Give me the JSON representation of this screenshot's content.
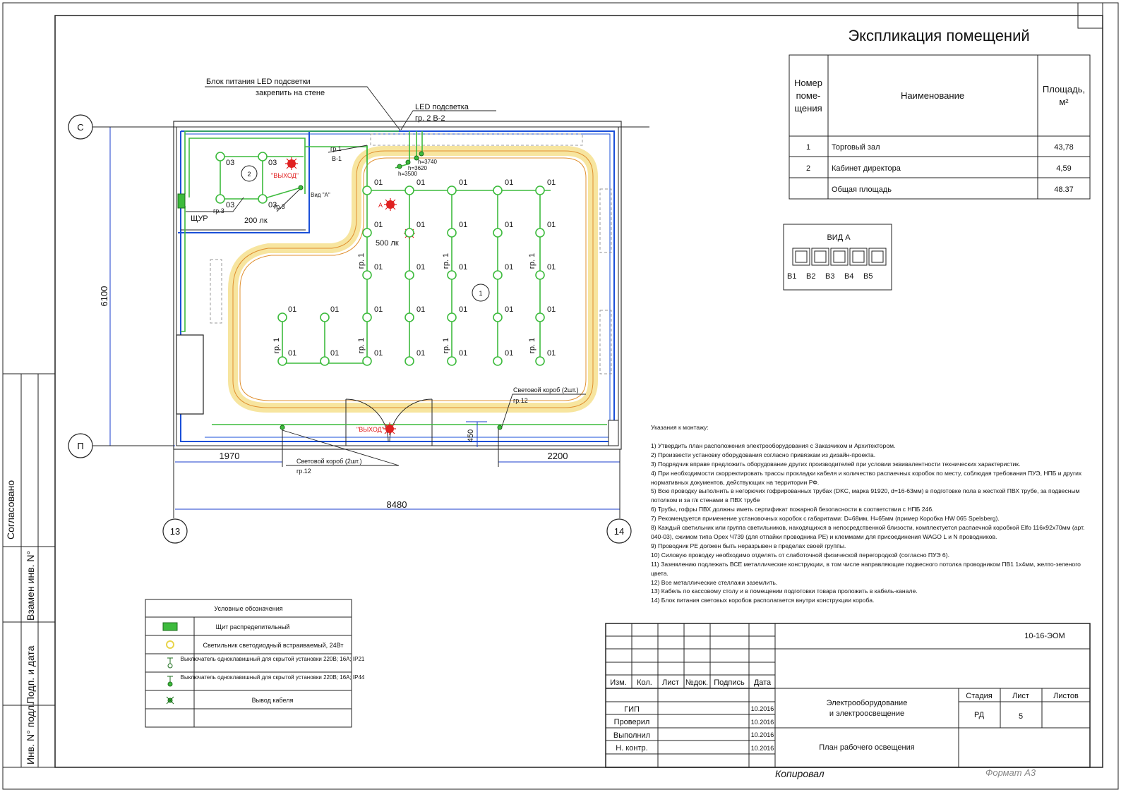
{
  "explication": {
    "title": "Экспликация помещений",
    "col_num": [
      "Номер",
      "поме-",
      "щения"
    ],
    "col_name": "Наименование",
    "col_area": "Площадь,",
    "col_area_unit": "м²",
    "rows": [
      {
        "num": "1",
        "name": "Торговый зал",
        "area": "43,78"
      },
      {
        "num": "2",
        "name": "Кабинет директора",
        "area": "4,59"
      },
      {
        "num": "",
        "name": "Общая площадь",
        "area": "48.37"
      }
    ]
  },
  "view_a": {
    "title": "ВИД А",
    "slots": [
      "В1",
      "В2",
      "В3",
      "В4",
      "В5"
    ]
  },
  "plan": {
    "axis_c": "С",
    "axis_p": "П",
    "axis_13": "13",
    "axis_14": "14",
    "dim_height": "6100",
    "dim_left": "1970",
    "dim_right": "2200",
    "dim_total": "8480",
    "dim_450": "450",
    "label_power_block_1": "Блок питания LED подсветки",
    "label_power_block_2": "закрепить на стене",
    "label_led": "LED подсветка",
    "label_led_group": "гр. 2 В-2",
    "label_gr1_b1_a": "гр.1",
    "label_gr1_b1_b": "В-1",
    "h3740": "h=3740",
    "h3620": "h=3620",
    "h3500": "h=3500",
    "room1": "1",
    "room2": "2",
    "exit": "\"ВЫХОД\"",
    "exit_bottom": "\"ВЫХОД\"",
    "lux200": "200 лк",
    "lux500": "500 лк",
    "shchur": "ЩУР",
    "view_a_label": "Вид \"А\"",
    "mark_a": "А",
    "gr3a": "гр.3",
    "gr3b": "гр.3",
    "lamp01": "01",
    "lamp03": "03",
    "gr1": "гр. 1",
    "light_box_1": "Световой короб (2шт.)",
    "light_box_1_gr": "гр.12",
    "light_box_2": "Световой короб (2шт.)",
    "light_box_2_gr": "гр.12"
  },
  "notes": {
    "heading": "Указания к монтажу:",
    "items": [
      "1) Утвердить план расположения электрооборудования с Заказчиком и Архитектором.",
      "2) Произвести установку оборудования согласно привязкам из дизайн-проекта.",
      "3) Подрядчик вправе предложить оборудование других производителей при условии эквивалентности технических характеристик.",
      "4) При необходимости скорректировать трассы прокладки кабеля и количество распаечных коробок по месту, соблюдая требования ПУЭ, НПБ и других нормативных документов, действующих на территории РФ.",
      "5) Всю проводку выполнить в негорючих гофрированных трубах (DKC, марка 91920, d=16-63мм) в подготовке пола в жесткой ПВХ трубе, за подвесным потолком и за г/к стенами в ПВХ трубе",
      "6) Трубы, гофры ПВХ должны иметь сертификат пожарной безопасности в соответствии с НПБ 246.",
      "7) Рекомендуется применение установочных коробок с габаритами: D=68мм, H=65мм (пример Коробка HW 065 Spelsberg).",
      "8) Каждый светильник или группа светильников, находящихся в непосредственной близости, комплектуется распаечной коробкой Elfo 116х92х70мм (арт. 040-03), сжимом типа Opex Ч739 (для отпайки проводника РЕ) и клеммами для присоединения WAGO L и N проводников.",
      "9) Проводник РЕ должен быть неразрывен в пределах своей группы.",
      "10) Силовую проводку необходимо отделять от слаботочной физической перегородкой (согласно ПУЭ 6).",
      "11) Заземлению подлежать ВСЕ металлические конструкции, в том числе направляющие подвесного потолка проводником ПВ1 1х4мм, желто-зеленого цвета.",
      "12) Все металлические стеллажи заземлить.",
      "13) Кабель по кассовому столу и в помещении подготовки товара проложить в кабель-канале.",
      "14) Блок питания световых коробов располагается внутри конструкции короба."
    ]
  },
  "legend": {
    "title": "Условные обозначения",
    "items": [
      {
        "icon": "distribution-board-icon",
        "text": "Щит распределительный"
      },
      {
        "icon": "led-fixture-icon",
        "text": "Светильник светодиодный встраиваемый, 24Вт"
      },
      {
        "icon": "switch-ip21-icon",
        "text": "Выключатель одноклавишный для скрытой установки 220В; 16А; IP21"
      },
      {
        "icon": "switch-ip44-icon",
        "text": "Выключатель одноклавишный для скрытой установки 220В; 16А; IP44"
      },
      {
        "icon": "cable-outlet-icon",
        "text": "Вывод кабеля"
      },
      {
        "icon": "",
        "text": ""
      }
    ]
  },
  "stamp": {
    "code": "10-16-ЭОМ",
    "hdr": [
      "Изм.",
      "Кол.",
      "Лист",
      "№док.",
      "Подпись",
      "Дата"
    ],
    "roles": [
      {
        "role": "ГИП",
        "date": "10.2016"
      },
      {
        "role": "Проверил",
        "date": "10.2016"
      },
      {
        "role": "Выполнил",
        "date": "10.2016"
      },
      {
        "role": "Н. контр.",
        "date": "10.2016"
      }
    ],
    "project_1": "Электрооборудование",
    "project_2": "и электроосвещение",
    "sheet_title": "План рабочего освещения",
    "stage_h": "Стадия",
    "sheet_h": "Лист",
    "sheets_h": "Листов",
    "stage": "РД",
    "sheet": "5",
    "sheets": ""
  },
  "side": {
    "agreed": "Согласовано",
    "replaced": "Взамен инв. N°",
    "signed": "Подп. и дата",
    "inv": "Инв. N° подл."
  },
  "footer": {
    "copied": "Копировал",
    "format": "Формат  А3"
  },
  "colors": {
    "wire": "#3dbb3d",
    "wall_blue": "#1a4fd8",
    "led_strip": "#e8d44a",
    "exit_red": "#e02020",
    "dim": "#1a3ccc"
  }
}
